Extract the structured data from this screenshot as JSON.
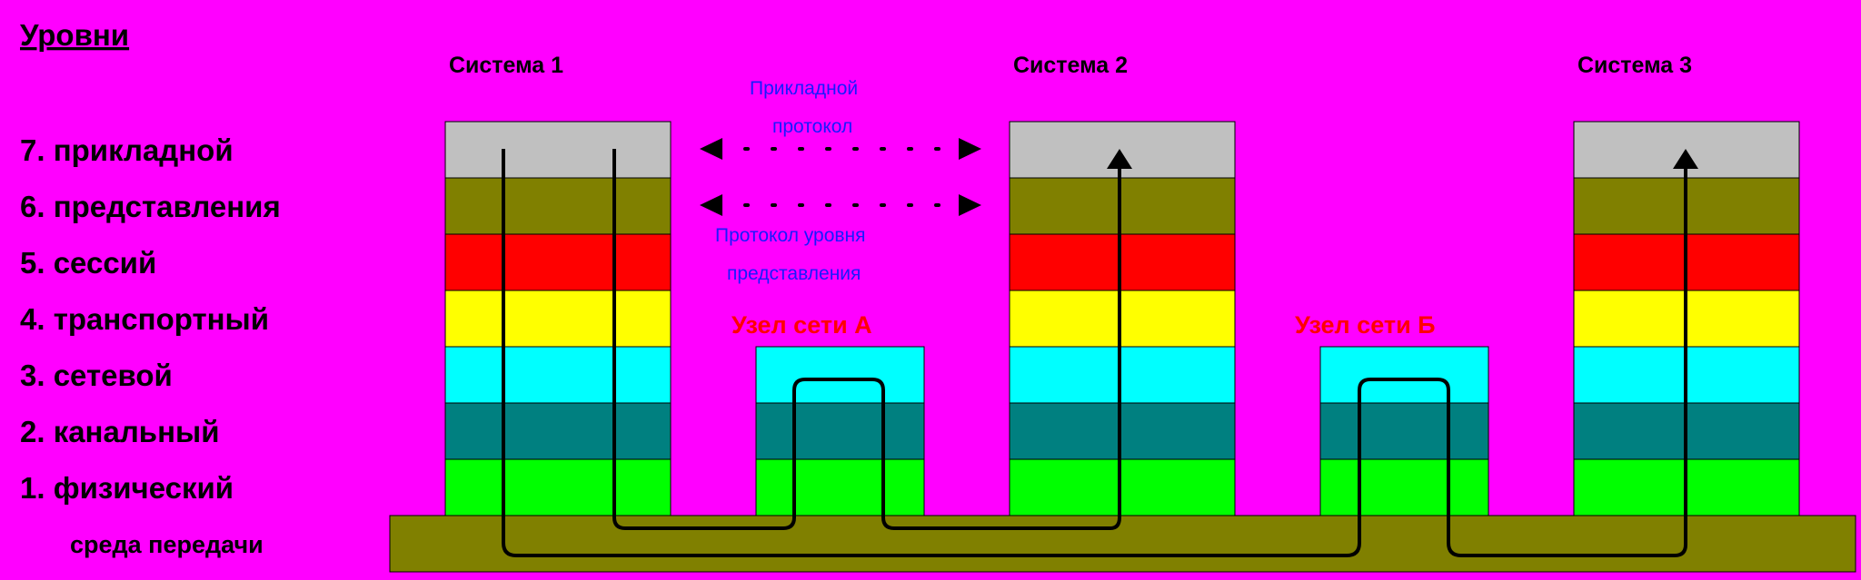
{
  "title": "Уровни",
  "levels": [
    "7. прикладной",
    "6. представления",
    "5. сессий",
    "4. транспортный",
    "3. сетевой",
    "2. канальный",
    "1. физический"
  ],
  "medium_label": "среда передачи",
  "systems": [
    "Система 1",
    "Система 2",
    "Система 3"
  ],
  "nodes": [
    "Узел сети А",
    "Узел сети Б"
  ],
  "protocols": {
    "application": [
      "Прикладной",
      "протокол"
    ],
    "presentation": [
      "Протокол уровня",
      "представления"
    ]
  },
  "colors": {
    "background": "#ff00ff",
    "layer7": "#c0c0c0",
    "layer6": "#808000",
    "layer5": "#ff0000",
    "layer4": "#ffff00",
    "layer3": "#00ffff",
    "layer2": "#008080",
    "layer1": "#00ff00",
    "medium": "#808000",
    "protocol_text": "#1a1aff",
    "node_text": "#ff0000"
  }
}
